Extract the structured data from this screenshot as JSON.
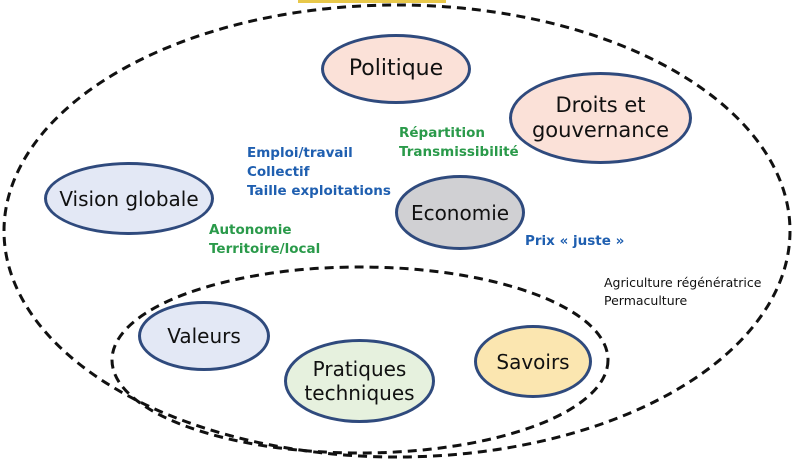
{
  "colors": {
    "node_border": "#2f4a7d",
    "blue_text": "#1f5fb0",
    "green_text": "#2a9a4a",
    "politique_fill": "#fbe1d8",
    "droits_fill": "#fbe1d8",
    "vision_fill": "#e3e8f5",
    "economie_fill": "#d0d0d3",
    "valeurs_fill": "#e3e8f5",
    "pratiques_fill": "#e6f1de",
    "savoirs_fill": "#fbe6b0"
  },
  "nodes": {
    "politique": "Politique",
    "droits": [
      "Droits et",
      "gouvernance"
    ],
    "vision": "Vision globale",
    "economie": "Economie",
    "valeurs": "Valeurs",
    "pratiques": [
      "Pratiques",
      "techniques"
    ],
    "savoirs": "Savoirs"
  },
  "annotations": {
    "blue_group": [
      "Emploi/travail",
      "Collectif",
      "Taille exploitations"
    ],
    "green_top": [
      "Répartition",
      "Transmissibilité"
    ],
    "green_left": [
      "Autonomie",
      "Territoire/local"
    ],
    "prix": "Prix « juste »",
    "agri": [
      "Agriculture régénératrice",
      "Permaculture"
    ]
  }
}
